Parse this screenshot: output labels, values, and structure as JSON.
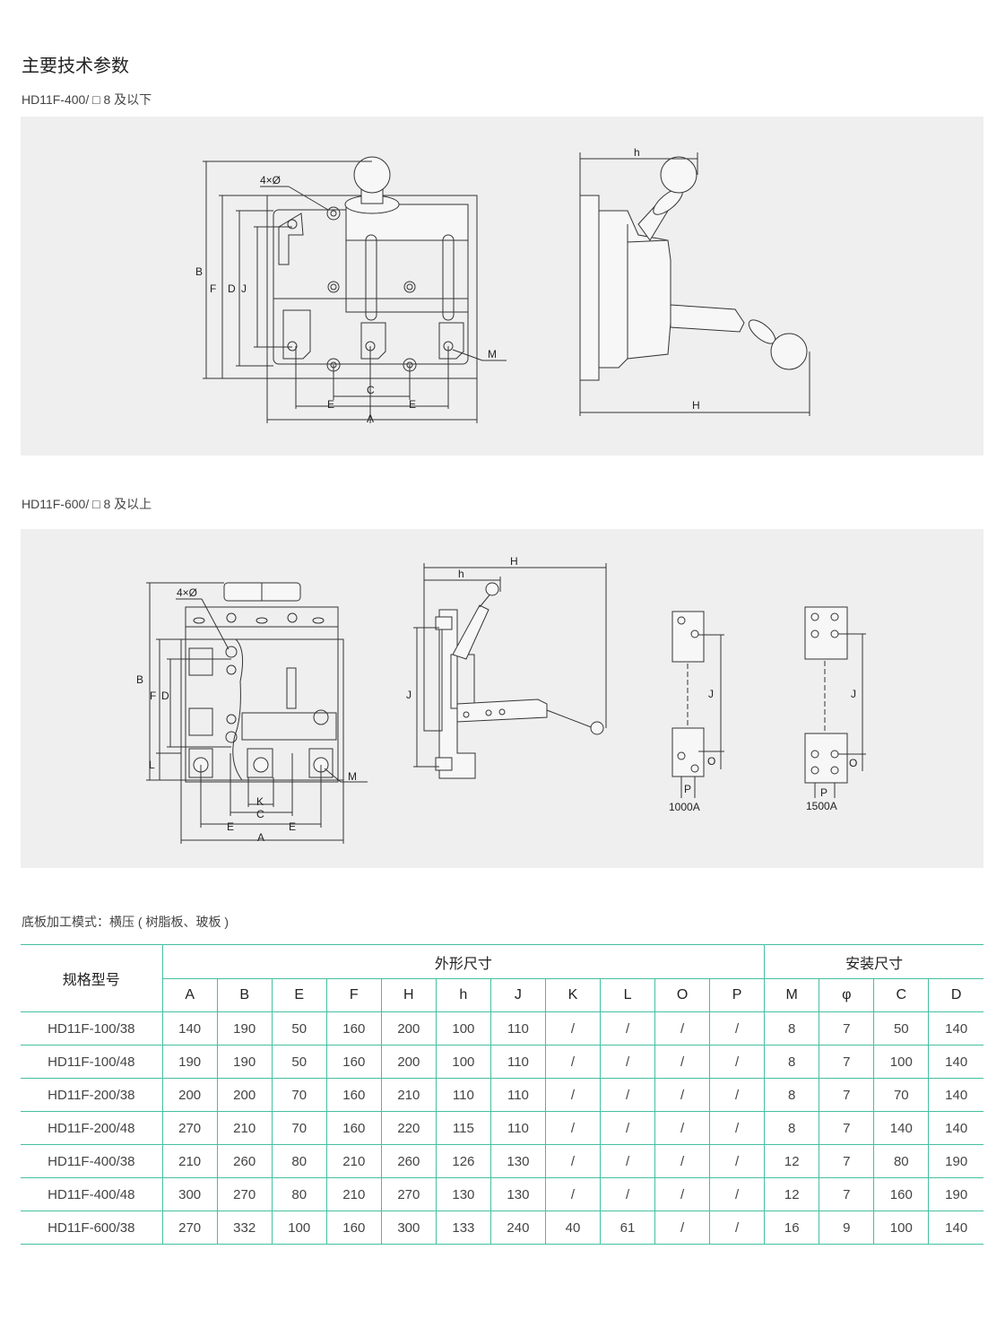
{
  "title": "主要技术参数",
  "section1": {
    "subtitle": "HD11F-400/ □ 8 及以下",
    "labels": {
      "four_holes": "4×Ø",
      "B": "B",
      "F": "F",
      "D": "D",
      "J": "J",
      "M": "M",
      "C": "C",
      "E1": "E",
      "E2": "E",
      "A": "A",
      "h": "h",
      "H": "H"
    }
  },
  "section2": {
    "subtitle": "HD11F-600/ □ 8 及以上",
    "labels": {
      "four_holes": "4×Ø",
      "B": "B",
      "F": "F",
      "D": "D",
      "L": "L",
      "M": "M",
      "K": "K",
      "C": "C",
      "E1": "E",
      "E2": "E",
      "A": "A",
      "H": "H",
      "h": "h",
      "J": "J"
    },
    "busbar_1000": {
      "J": "J",
      "O": "O",
      "P": "P",
      "caption": "1000A"
    },
    "busbar_1500": {
      "J": "J",
      "O": "O",
      "P": "P",
      "caption": "1500A"
    }
  },
  "note": "底板加工模式：横压 ( 树脂板、玻板 )",
  "table": {
    "model_header": "规格型号",
    "group_outer": "外形尺寸",
    "group_install": "安装尺寸",
    "columns": [
      "A",
      "B",
      "E",
      "F",
      "H",
      "h",
      "J",
      "K",
      "L",
      "O",
      "P",
      "M",
      "φ",
      "C",
      "D"
    ],
    "rows": [
      [
        "HD11F-100/38",
        "140",
        "190",
        "50",
        "160",
        "200",
        "100",
        "110",
        "/",
        "/",
        "/",
        "/",
        "8",
        "7",
        "50",
        "140"
      ],
      [
        "HD11F-100/48",
        "190",
        "190",
        "50",
        "160",
        "200",
        "100",
        "110",
        "/",
        "/",
        "/",
        "/",
        "8",
        "7",
        "100",
        "140"
      ],
      [
        "HD11F-200/38",
        "200",
        "200",
        "70",
        "160",
        "210",
        "110",
        "110",
        "/",
        "/",
        "/",
        "/",
        "8",
        "7",
        "70",
        "140"
      ],
      [
        "HD11F-200/48",
        "270",
        "210",
        "70",
        "160",
        "220",
        "115",
        "110",
        "/",
        "/",
        "/",
        "/",
        "8",
        "7",
        "140",
        "140"
      ],
      [
        "HD11F-400/38",
        "210",
        "260",
        "80",
        "210",
        "260",
        "126",
        "130",
        "/",
        "/",
        "/",
        "/",
        "12",
        "7",
        "80",
        "190"
      ],
      [
        "HD11F-400/48",
        "300",
        "270",
        "80",
        "210",
        "270",
        "130",
        "130",
        "/",
        "/",
        "/",
        "/",
        "12",
        "7",
        "160",
        "190"
      ],
      [
        "HD11F-600/38",
        "270",
        "332",
        "100",
        "160",
        "300",
        "133",
        "240",
        "40",
        "61",
        "/",
        "/",
        "16",
        "9",
        "100",
        "140"
      ]
    ]
  }
}
